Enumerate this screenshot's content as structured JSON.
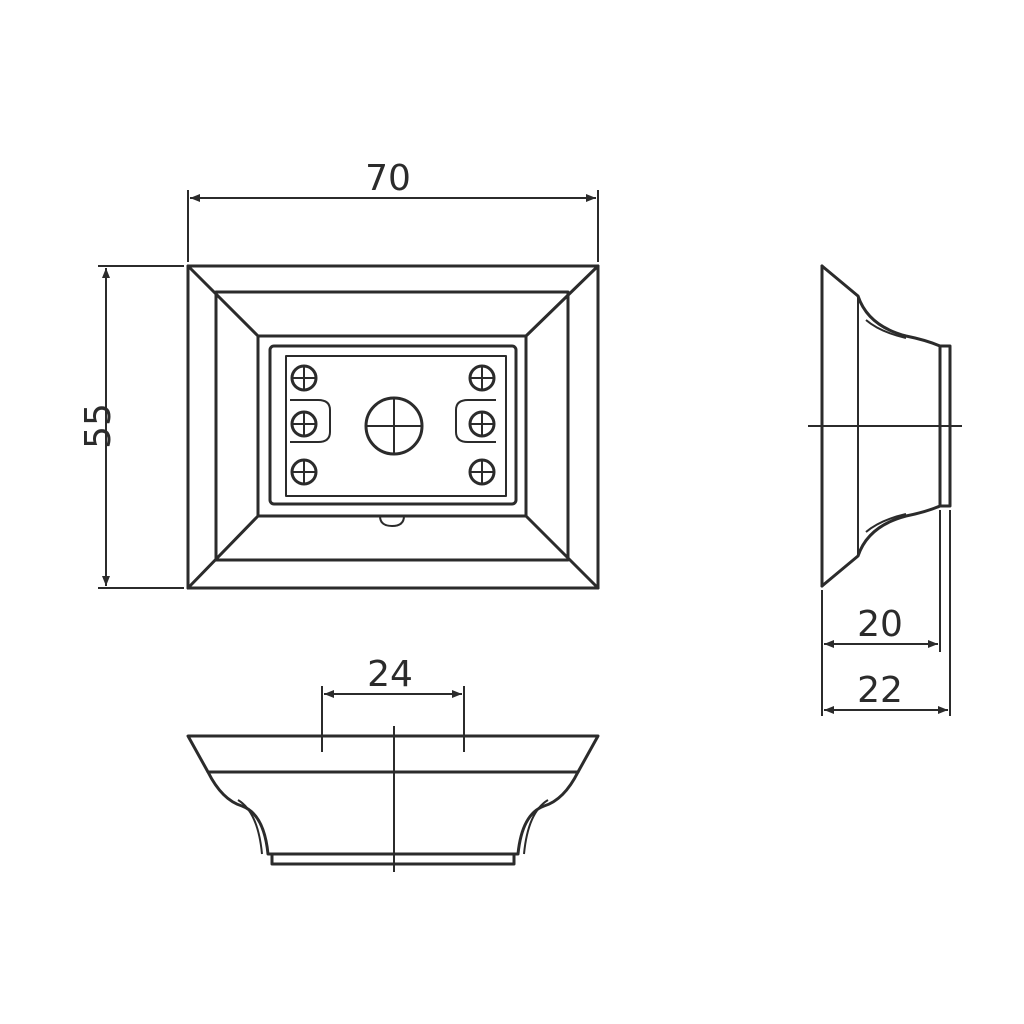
{
  "dimensions": {
    "width": "70",
    "height": "55",
    "pitch": "24",
    "depth_body": "20",
    "depth_total": "22"
  },
  "colors": {
    "line": "#2b2b2b",
    "background": "#ffffff"
  }
}
